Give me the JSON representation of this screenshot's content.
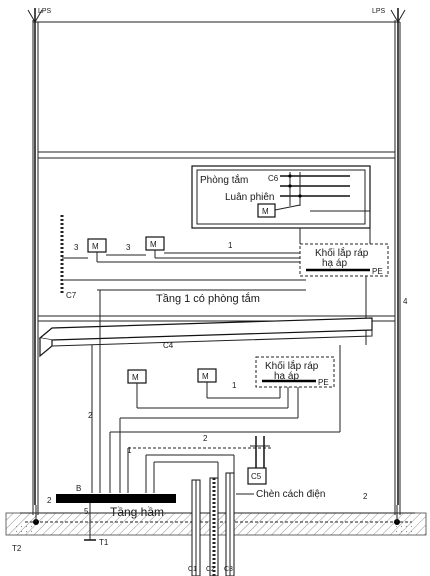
{
  "labels": {
    "lps_left": "LPS",
    "lps_right": "LPS",
    "bathroom": "Phòng tắm",
    "alternating": "Luân phiên",
    "c6": "C6",
    "motor": "M",
    "lv_assembly_line1": "Khối lắp ráp",
    "lv_assembly_line2": "hạ áp",
    "pe": "PE",
    "floor1_caption": "Tầng 1 có phòng tắm",
    "c7": "C7",
    "c4": "C4",
    "c5": "C5",
    "insulation": "Chèn cách điện",
    "basement": "Tầng hầm",
    "b": "B",
    "t1": "T1",
    "t2": "T2",
    "c1": "C1",
    "c2": "C2",
    "c3": "C3",
    "n1": "1",
    "n2": "2",
    "n3": "3",
    "n4": "4",
    "n5": "5"
  }
}
